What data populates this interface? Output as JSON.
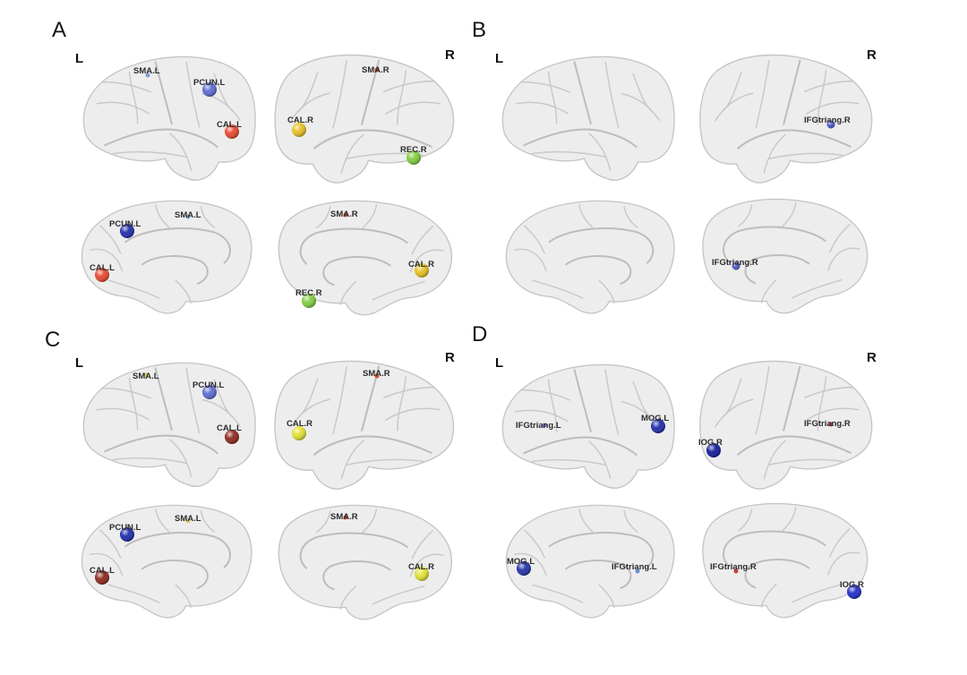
{
  "panels": [
    {
      "letter": "A",
      "left_label": "L",
      "right_label": "R"
    },
    {
      "letter": "B",
      "left_label": "L",
      "right_label": "R"
    },
    {
      "letter": "C",
      "left_label": "L",
      "right_label": "R"
    },
    {
      "letter": "D",
      "left_label": "L",
      "right_label": "R"
    }
  ],
  "brains": [
    {
      "id": "A-LL",
      "hemi": "left",
      "view": "lateral",
      "regions": [
        {
          "label": "SMA.L",
          "color": "#7aa0d8",
          "size": "tiny"
        },
        {
          "label": "PCUN.L",
          "color": "#5a6ad0",
          "size": "large"
        },
        {
          "label": "CAL.L",
          "color": "#e8452a",
          "size": "large"
        }
      ]
    },
    {
      "id": "A-RL",
      "hemi": "right",
      "view": "lateral",
      "regions": [
        {
          "label": "SMA.R",
          "color": "#d84a2a",
          "size": "tiny"
        },
        {
          "label": "CAL.R",
          "color": "#e6c020",
          "size": "large"
        },
        {
          "label": "REC.R",
          "color": "#7ecb3a",
          "size": "large"
        }
      ]
    },
    {
      "id": "A-LM",
      "hemi": "left",
      "view": "medial",
      "regions": [
        {
          "label": "PCUN.L",
          "color": "#1c2aa8",
          "size": "large"
        },
        {
          "label": "SMA.L",
          "color": "#7aa0d8",
          "size": "tiny"
        },
        {
          "label": "CAL.L",
          "color": "#e8452a",
          "size": "large"
        }
      ]
    },
    {
      "id": "A-RM",
      "hemi": "right",
      "view": "medial",
      "regions": [
        {
          "label": "SMA.R",
          "color": "#d84a2a",
          "size": "tiny"
        },
        {
          "label": "CAL.R",
          "color": "#e6c020",
          "size": "large"
        },
        {
          "label": "REC.R",
          "color": "#7ecb3a",
          "size": "large"
        }
      ]
    },
    {
      "id": "B-LL",
      "hemi": "left",
      "view": "lateral",
      "regions": []
    },
    {
      "id": "B-RL",
      "hemi": "right",
      "view": "lateral",
      "regions": [
        {
          "label": "IFGtriang.R",
          "color": "#4a56c8",
          "size": "small"
        }
      ]
    },
    {
      "id": "B-LM",
      "hemi": "left",
      "view": "medial",
      "regions": []
    },
    {
      "id": "B-RM",
      "hemi": "right",
      "view": "medial",
      "regions": [
        {
          "label": "IFGtriang.R",
          "color": "#4a56c8",
          "size": "small"
        }
      ]
    },
    {
      "id": "C-LL",
      "hemi": "left",
      "view": "lateral",
      "regions": [
        {
          "label": "SMA.L",
          "color": "#d8d060",
          "size": "tiny"
        },
        {
          "label": "PCUN.L",
          "color": "#5a6ad0",
          "size": "large"
        },
        {
          "label": "CAL.L",
          "color": "#8b2418",
          "size": "large"
        }
      ]
    },
    {
      "id": "C-RL",
      "hemi": "right",
      "view": "lateral",
      "regions": [
        {
          "label": "SMA.R",
          "color": "#d84a2a",
          "size": "tiny"
        },
        {
          "label": "CAL.R",
          "color": "#e2e030",
          "size": "large"
        }
      ]
    },
    {
      "id": "C-LM",
      "hemi": "left",
      "view": "medial",
      "regions": [
        {
          "label": "PCUN.L",
          "color": "#1c2aa8",
          "size": "large"
        },
        {
          "label": "SMA.L",
          "color": "#d8d060",
          "size": "tiny"
        },
        {
          "label": "CAL.L",
          "color": "#8b2418",
          "size": "large"
        }
      ]
    },
    {
      "id": "C-RM",
      "hemi": "right",
      "view": "medial",
      "regions": [
        {
          "label": "SMA.R",
          "color": "#d84a2a",
          "size": "tiny"
        },
        {
          "label": "CAL.R",
          "color": "#e2e030",
          "size": "large"
        }
      ]
    },
    {
      "id": "D-LL",
      "hemi": "left",
      "view": "lateral",
      "regions": [
        {
          "label": "IFGtriang.L",
          "color": "#6a8ad0",
          "size": "tiny"
        },
        {
          "label": "MOG.L",
          "color": "#1c2aa8",
          "size": "large"
        }
      ]
    },
    {
      "id": "D-RL",
      "hemi": "right",
      "view": "lateral",
      "regions": [
        {
          "label": "IFGtriang.R",
          "color": "#c0403a",
          "size": "tiny"
        },
        {
          "label": "IOG.R",
          "color": "#101a9a",
          "size": "large"
        }
      ]
    },
    {
      "id": "D-LM",
      "hemi": "left",
      "view": "medial",
      "regions": [
        {
          "label": "MOG.L",
          "color": "#2030a8",
          "size": "large"
        },
        {
          "label": "IFGtriang.L",
          "color": "#6a8ad0",
          "size": "tiny"
        }
      ]
    },
    {
      "id": "D-RM",
      "hemi": "right",
      "view": "medial",
      "regions": [
        {
          "label": "IFGtriang.R",
          "color": "#c0403a",
          "size": "tiny"
        },
        {
          "label": "IOG.R",
          "color": "#1c2ac8",
          "size": "large"
        }
      ]
    }
  ]
}
